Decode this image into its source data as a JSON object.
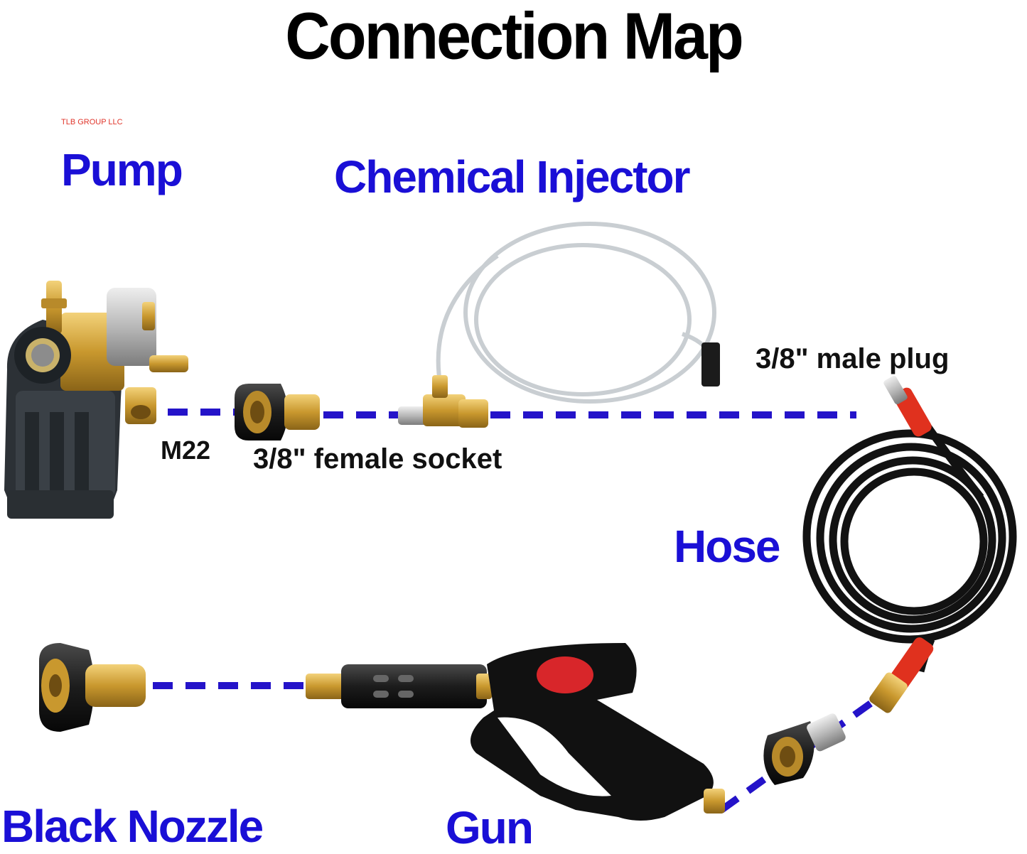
{
  "title": "Connection Map",
  "watermark": "TLB GROUP LLC",
  "components": {
    "pump": "Pump",
    "chemical_injector": "Chemical Injector",
    "hose": "Hose",
    "black_nozzle": "Black Nozzle",
    "gun": "Gun"
  },
  "fittings": {
    "m22": "M22",
    "female_socket": "3/8\" female socket",
    "male_plug": "3/8\" male plug"
  },
  "colors": {
    "component_label": "#1a0fd6",
    "connection_line": "#2413c9",
    "watermark": "#e0362c"
  }
}
